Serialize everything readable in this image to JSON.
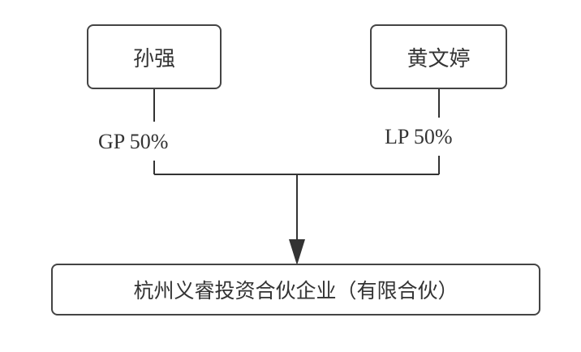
{
  "nodes": {
    "left": "孙强",
    "right": "黄文婷",
    "bottom": "杭州义睿投资合伙企业（有限合伙）"
  },
  "edges": {
    "left_label": "GP 50%",
    "right_label": "LP 50%"
  }
}
